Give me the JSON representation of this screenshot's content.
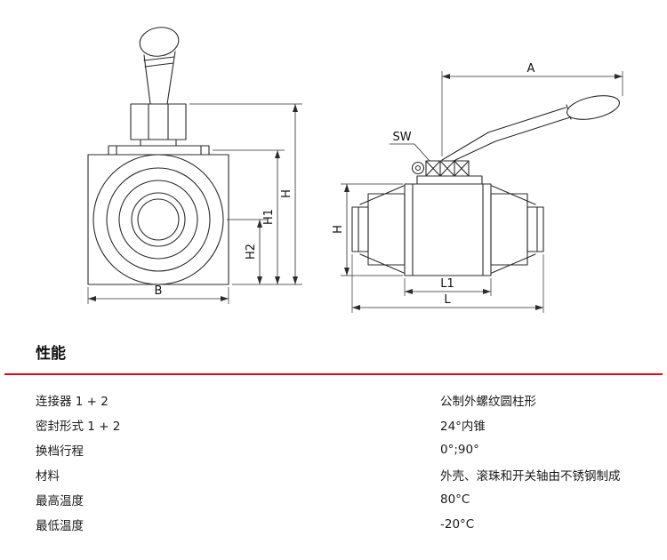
{
  "section": {
    "title": "性能"
  },
  "diagram": {
    "front_view": {
      "labels": {
        "b": "B",
        "h": "H",
        "h1": "H1",
        "h2": "H2"
      }
    },
    "side_view": {
      "labels": {
        "a": "A",
        "sw": "SW",
        "h": "H",
        "l1": "L1",
        "l": "L"
      }
    }
  },
  "specs": [
    {
      "label": "连接器 1 + 2",
      "value": "公制外螺纹圆柱形"
    },
    {
      "label": "密封形式 1 + 2",
      "value": "24°内锥"
    },
    {
      "label": "换档行程",
      "value": "0°;90°"
    },
    {
      "label": "材料",
      "value": "外壳、滚珠和开关轴由不锈钢制成"
    },
    {
      "label": "最高温度",
      "value": "80°C"
    },
    {
      "label": "最低温度",
      "value": "-20°C"
    }
  ],
  "colors": {
    "accent_red": "#e30613",
    "line": "#2b2b2b",
    "text": "#1a1a1a"
  }
}
